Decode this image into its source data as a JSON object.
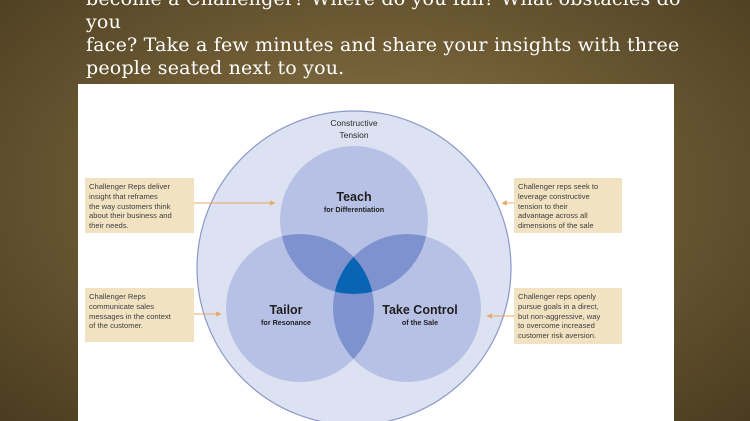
{
  "slide": {
    "intro_line1": "become a Challenger? Where do you fall? What obstacles do you",
    "intro_line2": "face?  Take a few minutes and share your insights with three",
    "intro_line3": "people seated next to you."
  },
  "diagram": {
    "outer_label_line1": "Constructive",
    "outer_label_line2": "Tension",
    "teach_title": "Teach",
    "teach_sub": "for Differentiation",
    "tailor_title": "Tailor",
    "tailor_sub": "for Resonance",
    "control_title": "Take Control",
    "control_sub": "of the Sale",
    "callouts": {
      "teach": [
        "Challenger Reps deliver",
        "insight that reframes",
        "the way customers think",
        "about their business and",
        "their needs."
      ],
      "tailor": [
        "Challenger Reps",
        "communicate sales",
        "messages in the context",
        "of the customer."
      ],
      "tension": [
        "Challenger reps seek to",
        "leverage constructive",
        "tension to their",
        "advantage across all",
        "dimensions of the sale"
      ],
      "control": [
        "Challenger reps openly",
        "pursue goals in a direct,",
        "but non-aggressive, way",
        "to overcome increased",
        "customer risk aversion."
      ]
    },
    "colors": {
      "outer_fill": "#dde2f2",
      "outer_stroke": "#8b97c9",
      "circle_fill": "#b7c1e6",
      "overlap_fill": "#7d92cf",
      "center_fill": "#0a64b4",
      "callout_fill": "#f1e2c2"
    }
  }
}
